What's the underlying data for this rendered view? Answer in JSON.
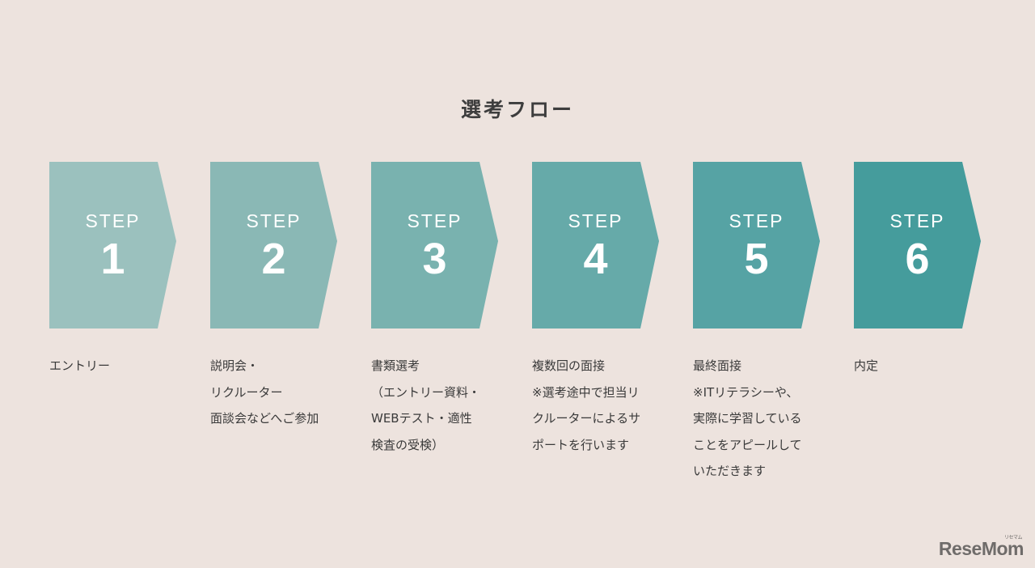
{
  "title": "選考フロー",
  "colors": {
    "background": "#ede3de",
    "step1": "#9bc1be",
    "step2": "#8ab8b5",
    "step3": "#79b2af",
    "step4": "#66aaa9",
    "step5": "#56a3a4",
    "step6": "#459c9c"
  },
  "steps": [
    {
      "label": "STEP",
      "number": "1",
      "description": [
        "エントリー"
      ]
    },
    {
      "label": "STEP",
      "number": "2",
      "description": [
        "説明会・",
        "リクルーター",
        "面談会などへご参加"
      ]
    },
    {
      "label": "STEP",
      "number": "3",
      "description": [
        "書類選考",
        "（エントリー資料・",
        "WEBテスト・適性",
        "検査の受検）"
      ]
    },
    {
      "label": "STEP",
      "number": "4",
      "description": [
        "複数回の面接",
        "※選考途中で担当リ",
        "クルーターによるサ",
        "ポートを行います"
      ]
    },
    {
      "label": "STEP",
      "number": "5",
      "description": [
        "最終面接",
        "※ITリテラシーや、",
        "実際に学習している",
        "ことをアピールして",
        "いただきます"
      ]
    },
    {
      "label": "STEP",
      "number": "6",
      "description": [
        "内定"
      ]
    }
  ],
  "watermark": {
    "text": "ReseMom",
    "subtext": "リセマム"
  }
}
